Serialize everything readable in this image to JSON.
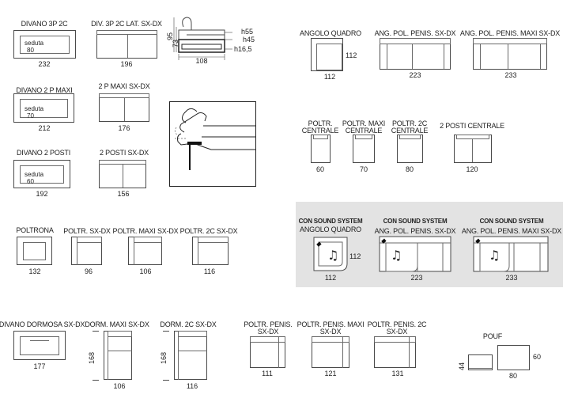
{
  "colors": {
    "line": "#4a4a4a",
    "panel": "#e3e3e3",
    "text": "#222222"
  },
  "items": {
    "divano_3p_2c": {
      "name": "DIVANO 3P 2C",
      "width": "232",
      "seat_label": "seduta",
      "seat_value": "80"
    },
    "div_3p_2c_lat": {
      "name": "DIV. 3P 2C LAT. SX-DX",
      "width": "196"
    },
    "section_profile": {
      "h_total": "95",
      "h_seat": "73",
      "h55": "h55",
      "h45": "h45",
      "h16_5": "h16,5",
      "depth": "108"
    },
    "divano_2p_maxi": {
      "name": "DIVANO 2 P MAXI",
      "width": "212",
      "seat_label": "seduta",
      "seat_value": "70"
    },
    "2p_maxi_sxdx": {
      "name": "2 P MAXI SX-DX",
      "width": "176"
    },
    "divano_2_posti": {
      "name": "DIVANO 2 POSTI",
      "width": "192",
      "seat_label": "seduta",
      "seat_value": "60"
    },
    "2_posti_sxdx": {
      "name": "2 POSTI SX-DX",
      "width": "156"
    },
    "angolo_quadro": {
      "name": "ANGOLO QUADRO",
      "width": "112",
      "depth": "112"
    },
    "ang_pol_penis": {
      "name": "ANG. POL. PENIS. SX-DX",
      "width": "223"
    },
    "ang_pol_penis_maxi": {
      "name": "ANG. POL. PENIS. MAXI SX-DX",
      "width": "233"
    },
    "poltr_centrale": {
      "name_line1": "POLTR.",
      "name_line2": "CENTRALE",
      "width": "60"
    },
    "poltr_maxi_centrale": {
      "name_line1": "POLTR. MAXI",
      "name_line2": "CENTRALE",
      "width": "70"
    },
    "poltr_2c_centrale": {
      "name_line1": "POLTR. 2C",
      "name_line2": "CENTRALE",
      "width": "80"
    },
    "2_posti_centrale": {
      "name": "2 POSTI CENTRALE",
      "width": "120"
    },
    "poltrona": {
      "name": "POLTRONA",
      "width": "132"
    },
    "poltr_sxdx": {
      "name": "POLTR. SX-DX",
      "width": "96"
    },
    "poltr_maxi_sxdx": {
      "name": "POLTR. MAXI SX-DX",
      "width": "106"
    },
    "poltr_2c_sxdx": {
      "name": "POLTR. 2C SX-DX",
      "width": "116"
    },
    "sound_angolo": {
      "tag": "CON SOUND SYSTEM",
      "name": "ANGOLO QUADRO",
      "width": "112",
      "depth": "112"
    },
    "sound_ang_pol": {
      "tag": "CON SOUND SYSTEM",
      "name": "ANG. POL. PENIS. SX-DX",
      "width": "223"
    },
    "sound_ang_pol_maxi": {
      "tag": "CON SOUND SYSTEM",
      "name": "ANG. POL. PENIS. MAXI SX-DX",
      "width": "233"
    },
    "divano_dormosa": {
      "name": "DIVANO DORMOSA SX-DX",
      "width": "177"
    },
    "dorm_maxi": {
      "name": "DORM. MAXI SX-DX",
      "width": "106",
      "length": "168"
    },
    "dorm_2c": {
      "name": "DORM. 2C SX-DX",
      "width": "116",
      "length": "168"
    },
    "poltr_penis": {
      "name_line1": "POLTR. PENIS.",
      "name_line2": "SX-DX",
      "width": "111"
    },
    "poltr_penis_maxi": {
      "name_line1": "POLTR. PENIS. MAXI",
      "name_line2": "SX-DX",
      "width": "121"
    },
    "poltr_penis_2c": {
      "name_line1": "POLTR. PENIS. 2C",
      "name_line2": "SX-DX",
      "width": "131"
    },
    "pouf": {
      "name": "POUF",
      "height": "44",
      "depth": "60",
      "width": "80"
    }
  },
  "icons": {
    "music": "music-note-icon",
    "speaker": "speaker-icon"
  }
}
